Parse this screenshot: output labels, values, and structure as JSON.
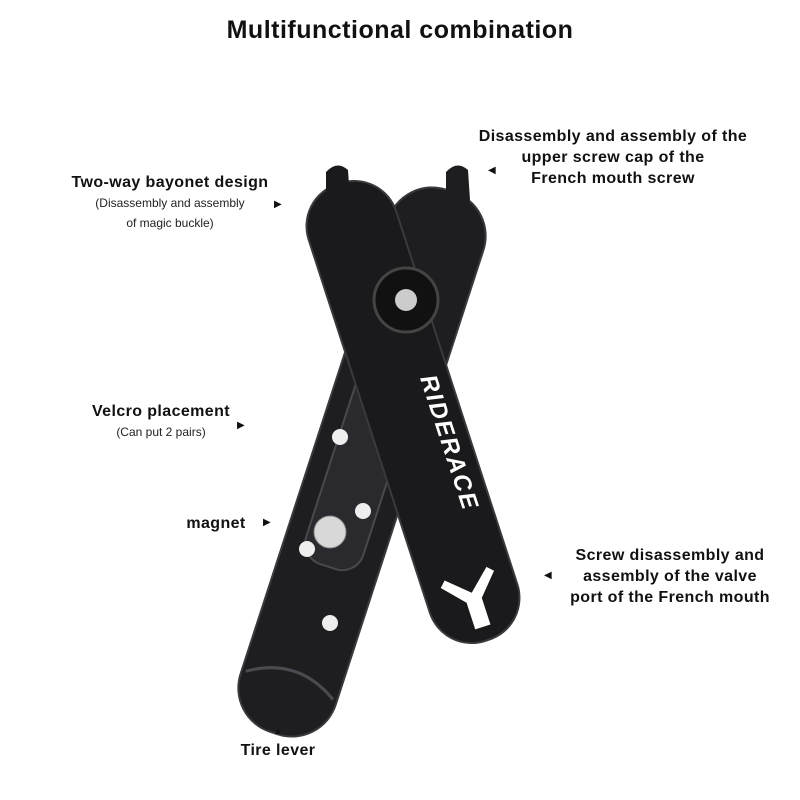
{
  "title": "Multifunctional combination",
  "brand": "RIDERACE",
  "labels": {
    "bayonet": {
      "heading": "Two-way bayonet design",
      "sub1": "(Disassembly and assembly",
      "sub2": "of magic buckle)"
    },
    "screw_cap": {
      "line1": "Disassembly and assembly of the",
      "line2": "upper screw cap of the",
      "line3": "French mouth screw"
    },
    "velcro": {
      "heading": "Velcro placement",
      "sub": "(Can put 2 pairs)"
    },
    "magnet": {
      "heading": "magnet"
    },
    "valve": {
      "line1": "Screw disassembly and",
      "line2": "assembly of the valve",
      "line3": "port of the French mouth"
    },
    "tire_lever": {
      "heading": "Tire lever"
    }
  },
  "colors": {
    "tool": "#1c1c1e",
    "tool_edge": "#3a3a3e",
    "text": "#111111"
  }
}
